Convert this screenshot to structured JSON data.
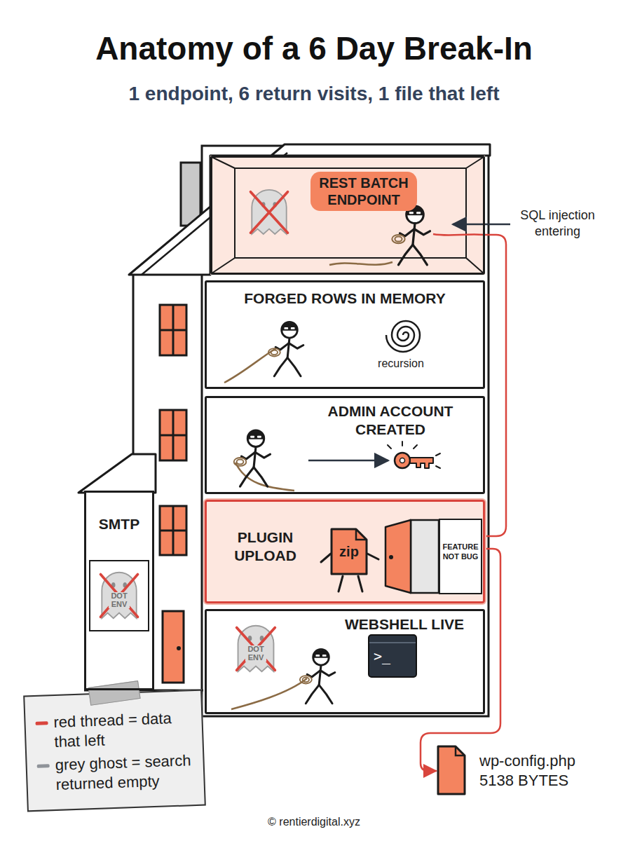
{
  "diagram": {
    "title": "Anatomy of a 6 Day Break-In",
    "nodes": [
      {
        "text": [
          "REST BATCH ENDPOINT"
        ]
      },
      {
        "text": [
          "FORGED ROWS IN MEMORY",
          "recursion"
        ]
      },
      {
        "text": [
          "ADMIN ACCOUNT CREATED"
        ]
      },
      {
        "text": [
          "PLUGIN UPLOAD"
        ]
      },
      {
        "text": [
          "zip"
        ],
        "in": 3
      },
      {
        "text": [
          "FEATURE NOT BUG"
        ],
        "in": 3
      },
      {
        "text": [
          "SMTP"
        ]
      },
      {
        "text": [
          "DOT ENV"
        ],
        "in": 6
      },
      {
        "text": [
          "WEBSHELL LIVE"
        ]
      },
      {
        "text": [
          "DOT ENV"
        ],
        "in": 8
      },
      {
        "text": [
          ">_"
        ],
        "in": 8
      },
      {
        "text": [
          "wp-config.php 5138 BYTES"
        ]
      }
    ],
    "edges": [
      {
        "from": 0,
        "to": 3,
        "arrow": "none"
      },
      {
        "from": 3,
        "to": 11,
        "arrow": "to"
      }
    ],
    "labels": [
      "1 endpoint, 6 return visits, 1 file that left",
      "SQL injection entering",
      "© rentierdigital.xyz"
    ],
    "legend": [
      {
        "text": "red thread = data that left",
        "color": "#d9453d"
      },
      {
        "text": "grey ghost = search returned empty",
        "color": "#8f9399"
      }
    ]
  }
}
